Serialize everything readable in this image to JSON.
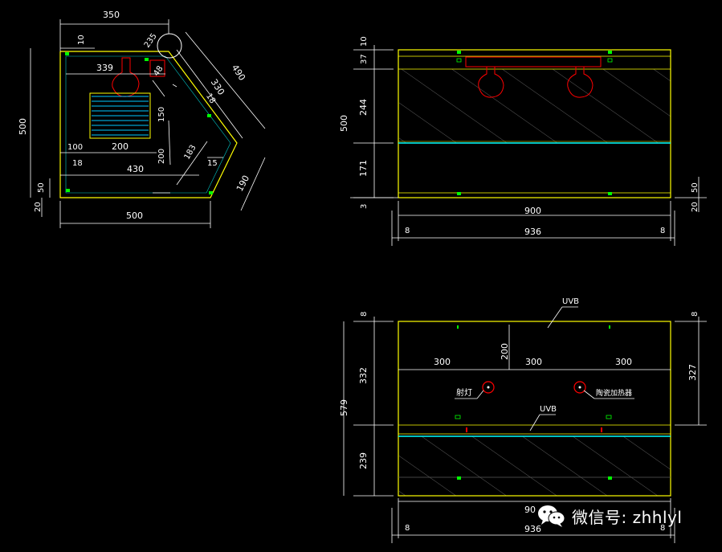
{
  "plan_view": {
    "dims": {
      "top_width": "350",
      "top_offset": "10",
      "corner_size": "235",
      "inner_length": "339",
      "small_gap": "48",
      "diag_long": "490",
      "diag_inner": "330",
      "diag_small": "18",
      "vertical_150": "150",
      "left_100": "100",
      "width_200": "200",
      "vertical_200": "200",
      "left_18": "18",
      "length_430": "430",
      "diag_183": "183",
      "diag_15": "15",
      "diag_190": "190",
      "left_height": "500",
      "left_50": "50",
      "left_20": "20",
      "bottom_width": "500"
    }
  },
  "front_view": {
    "dims": {
      "top_10": "10",
      "seg_37": "37",
      "seg_244": "244",
      "total_500": "500",
      "seg_171": "171",
      "bottom_3": "3",
      "width_900": "900",
      "left_8": "8",
      "total_936": "936",
      "right_8": "8",
      "right_50": "50",
      "right_20": "20"
    }
  },
  "section_view": {
    "labels": {
      "uvb_top": "UVB",
      "uvb_mid": "UVB",
      "spot": "射灯",
      "heater": "陶瓷加热器"
    },
    "dims": {
      "top_8_left": "8",
      "top_8_right": "8",
      "left_332": "332",
      "right_327": "327",
      "total_579": "579",
      "bottom_239": "239",
      "span_300_a": "300",
      "span_300_b": "300",
      "span_300_c": "300",
      "vert_200": "200",
      "width_900": "90",
      "left_8": "8",
      "total_936": "936",
      "right_8": "8"
    }
  },
  "watermark": {
    "text": "微信号: zhhlyl"
  },
  "colors": {
    "background": "#000000",
    "outline": "#ffff00",
    "dimension": "#ffffff",
    "fixture": "#ff0000",
    "uvb_tube": "#00ffff",
    "marker": "#00ff00",
    "hatch": "#4a4a4a",
    "grille": "#00c8ff"
  }
}
